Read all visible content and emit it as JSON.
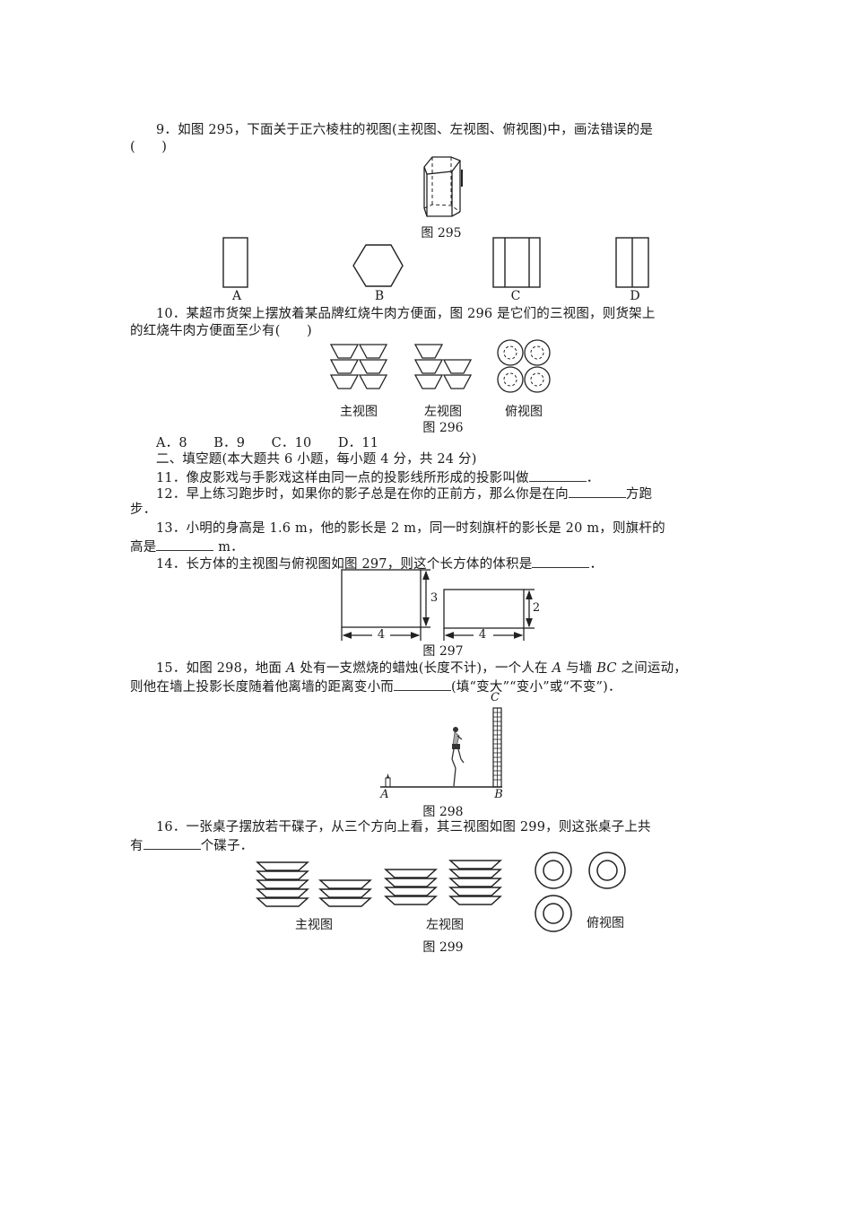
{
  "q9": {
    "line1": "9．如图 295，下面关于正六棱柱的视图(主视图、左视图、俯视图)中，画法错误的是",
    "line2": "(　　)",
    "figure_caption": "图 295",
    "options": [
      "A",
      "B",
      "C",
      "D"
    ]
  },
  "q10": {
    "line1": "10．某超市货架上摆放着某品牌红烧牛肉方便面，图 296 是它们的三视图，则货架上",
    "line2": "的红烧牛肉方便面至少有(　　)",
    "view_labels": [
      "主视图",
      "左视图",
      "俯视图"
    ],
    "figure_caption": "图 296",
    "choices": "A．8　　B．9　　C．10　　D．11"
  },
  "section2": {
    "heading": "二、填空题(本大题共 6 小题，每小题 4 分，共 24 分)"
  },
  "q11": {
    "text": "11．像皮影戏与手影戏这样由同一点的投影线所形成的投影叫做",
    "end": "．"
  },
  "q12": {
    "line1": "12．早上练习跑步时，如果你的影子总是在你的正前方，那么你是在向",
    "line1_end": "方跑",
    "line2": "步．"
  },
  "q13": {
    "line1": "13．小明的身高是 1.6 m，他的影长是 2 m，同一时刻旗杆的影长是 20 m，则旗杆的",
    "line2_start": "高是",
    "line2_end": " m．"
  },
  "q14": {
    "text": "14．长方体的主视图与俯视图如图 297，则这个长方体的体积是",
    "end": "．",
    "figure_caption": "图 297",
    "dims": {
      "front_width": "4",
      "front_height": "3",
      "top_width": "4",
      "top_depth": "2"
    }
  },
  "q15": {
    "line1_a": "15．如图 298，地面 ",
    "line1_A": "A",
    "line1_b": " 处有一支燃烧的蜡烛(长度不计)，一个人在 ",
    "line1_A2": "A",
    "line1_c": " 与墙 ",
    "line1_BC": "BC",
    "line1_d": " 之间运动，",
    "line2_start": "则他在墙上投影长度随着他离墙的距离变小而",
    "line2_end": "(填“变大”“变小”或“不变”)．",
    "figure_caption": "图 298",
    "points": {
      "A": "A",
      "B": "B",
      "C": "C"
    }
  },
  "q16": {
    "line1": "16．一张桌子摆放若干碟子，从三个方向上看，其三视图如图 299，则这张桌子上共",
    "line2_start": "有",
    "line2_end": "个碟子．",
    "view_labels": [
      "主视图",
      "左视图",
      "俯视图"
    ],
    "figure_caption": "图 299"
  }
}
